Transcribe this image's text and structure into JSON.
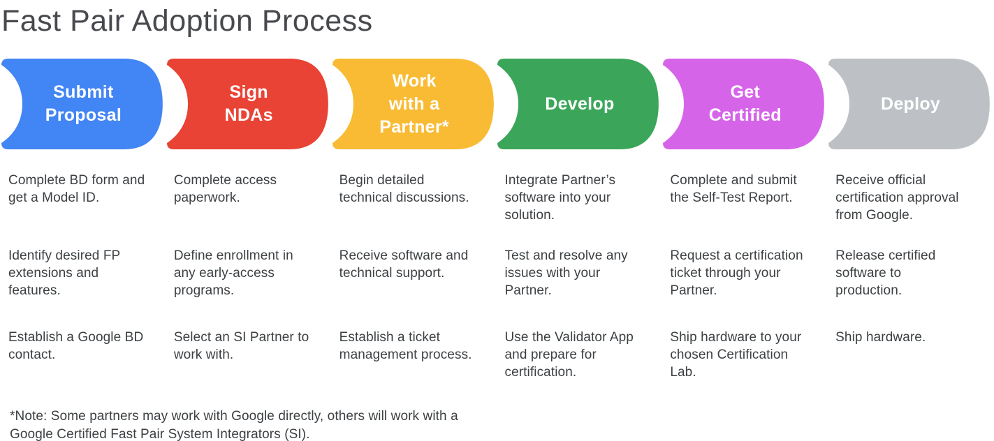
{
  "title": "Fast Pair Adoption Process",
  "stages": [
    {
      "label": "Submit\nProposal",
      "color": "#4285F4",
      "descriptions": [
        "Complete BD form and\nget a Model ID.",
        "Identify desired FP\nextensions and\nfeatures.",
        "Establish a Google BD\ncontact."
      ]
    },
    {
      "label": "Sign\nNDAs",
      "color": "#E94335",
      "descriptions": [
        "Complete access\npaperwork.",
        "Define enrollment in\nany early-access\nprograms.",
        "Select an SI Partner to\nwork with."
      ]
    },
    {
      "label": "Work\nwith a\nPartner*",
      "color": "#F8BB33",
      "descriptions": [
        "Begin detailed\ntechnical discussions.",
        "Receive software and\ntechnical support.",
        "Establish a ticket\nmanagement process."
      ]
    },
    {
      "label": "Develop",
      "color": "#3BA65A",
      "descriptions": [
        "Integrate Partner’s\nsoftware into your\nsolution.",
        "Test and resolve any\nissues with your\nPartner.",
        "Use the Validator App\nand prepare for\ncertification."
      ]
    },
    {
      "label": "Get\nCertified",
      "color": "#D564E9",
      "descriptions": [
        "Complete and submit\nthe Self-Test Report.",
        "Request a certification\nticket through your\nPartner.",
        "Ship hardware to your\nchosen Certification\nLab."
      ]
    },
    {
      "label": "Deploy",
      "color": "#BDC1C6",
      "descriptions": [
        "Receive official\ncertification approval\nfrom Google.",
        "Release certified\nsoftware to\nproduction.",
        "Ship hardware."
      ]
    }
  ],
  "footnote": "*Note: Some partners may work with Google directly, others will work with a\nGoogle Certified Fast Pair System Integrators (SI)."
}
